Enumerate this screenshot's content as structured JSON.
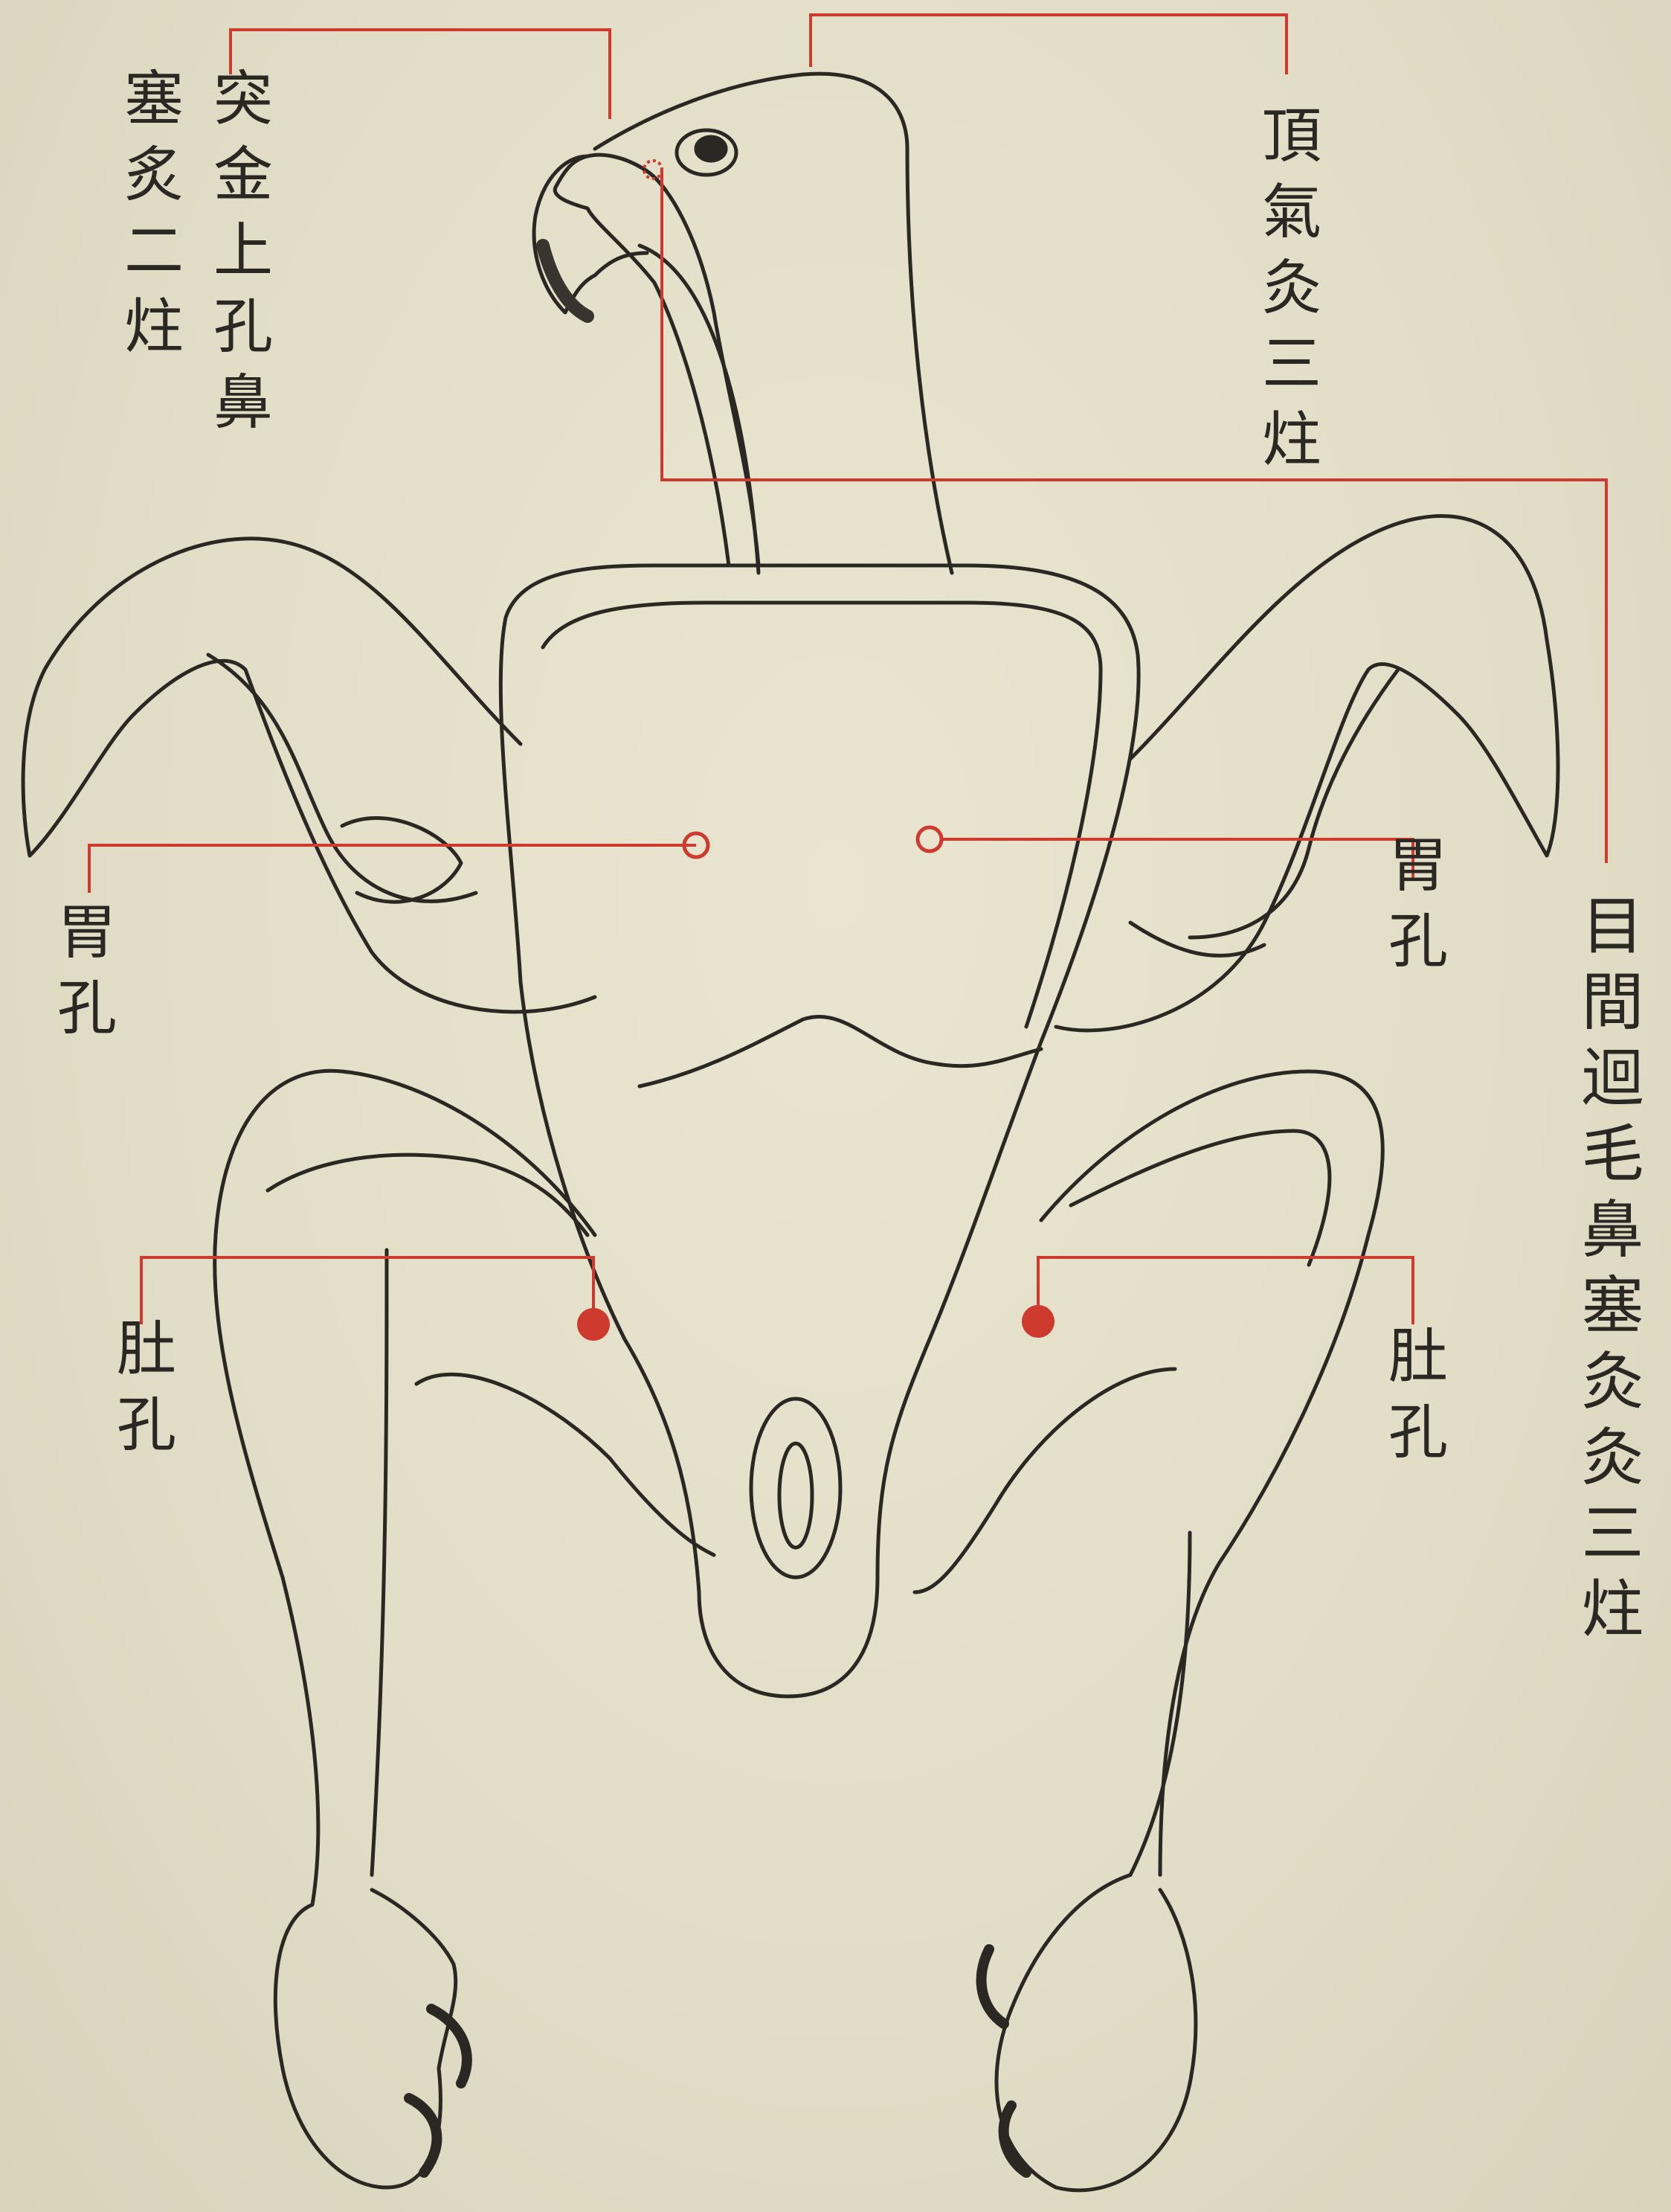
{
  "colors": {
    "paper": "#e3dfc8",
    "ink": "#2b2722",
    "leader_red": "#cf3a2e"
  },
  "labels": {
    "nose_point_line1": "突金上孔鼻",
    "nose_point_line2": "塞炙二炷",
    "crown_point": "頂氣灸三炷",
    "eyes_point": "目間迴毛鼻塞灸灸三炷",
    "stomach_left": "胃孔",
    "stomach_right": "胃孔",
    "belly_left": "肚孔",
    "belly_right": "肚孔"
  },
  "figure": {
    "subject": "hawk-anatomy-illustration",
    "marker_types": [
      "open-circle",
      "filled-red-dot",
      "eye-point"
    ]
  }
}
